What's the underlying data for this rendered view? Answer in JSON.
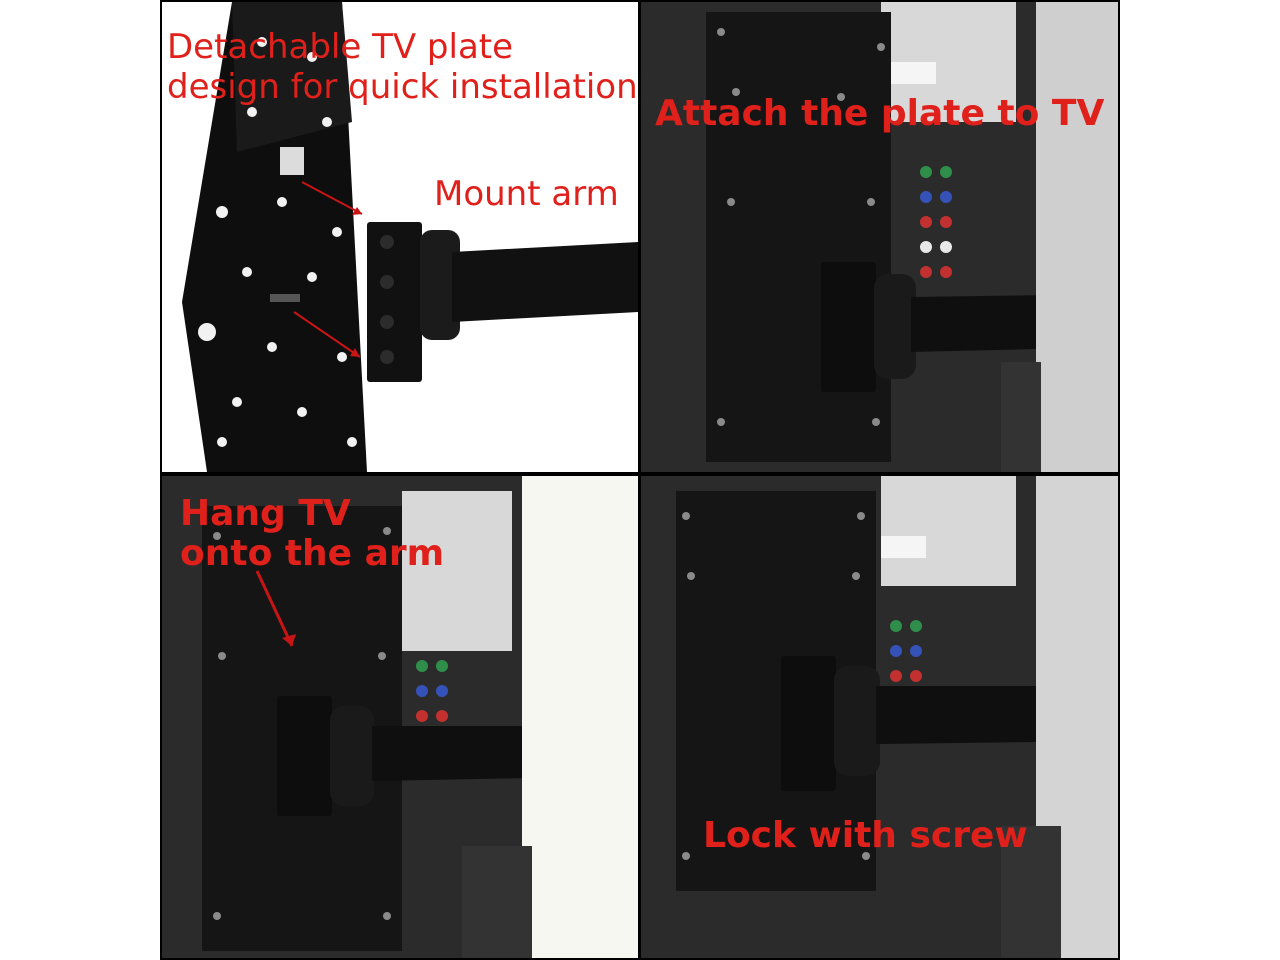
{
  "panels": [
    {
      "captions": [
        "Detachable TV plate",
        "design for quick installation"
      ],
      "label": "Mount arm"
    },
    {
      "captions": [
        "Attach the plate to TV"
      ]
    },
    {
      "captions": [
        "Hang TV",
        "onto the arm"
      ]
    },
    {
      "captions": [
        "Lock with screw"
      ]
    }
  ],
  "colors": {
    "caption_red": "#e0201b",
    "plate": "#0e0e0e",
    "tv_body": "#2b2b2b",
    "arm": "#111111"
  }
}
